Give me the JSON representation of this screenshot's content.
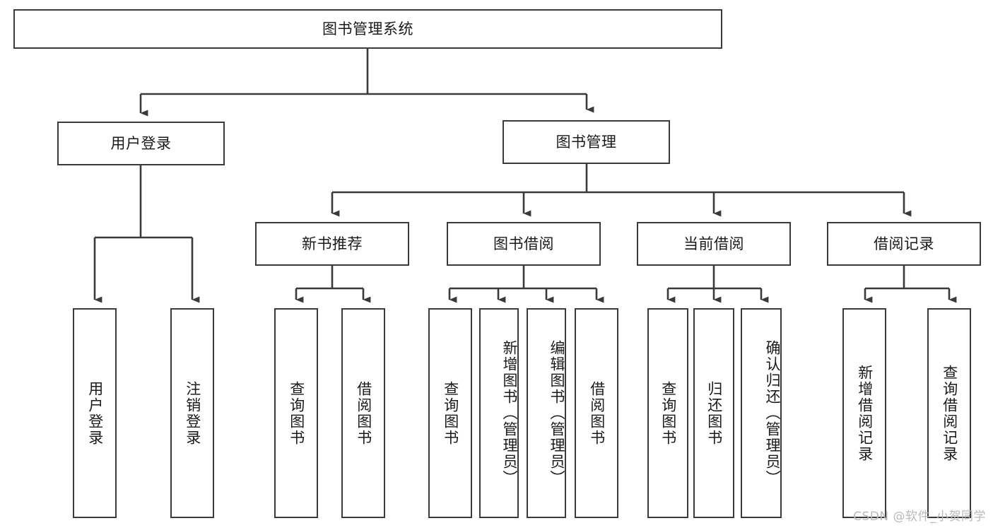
{
  "diagram": {
    "type": "hierarchy-tree",
    "title": "图书管理系统",
    "watermark": "CSDN @软件_小贺同学",
    "colors": {
      "stroke": "#3a3a3a",
      "fill": "#ffffff",
      "text": "#1a1a1a",
      "watermark": "#b9b9b9"
    },
    "levels": {
      "root": {
        "label": "图书管理系统"
      },
      "level2": [
        {
          "label": "用户登录"
        },
        {
          "label": "图书管理"
        }
      ],
      "level3": [
        {
          "label": "新书推荐"
        },
        {
          "label": "图书借阅"
        },
        {
          "label": "当前借阅"
        },
        {
          "label": "借阅记录"
        }
      ],
      "leaves": {
        "user_login": [
          {
            "label": "用户登录"
          },
          {
            "label": "注销登录"
          }
        ],
        "new_book": [
          {
            "label": "查询图书"
          },
          {
            "label": "借阅图书"
          }
        ],
        "book_borrow": [
          {
            "label": "查询图书"
          },
          {
            "label": "新增图书（管理员）"
          },
          {
            "label": "编辑图书（管理员）"
          },
          {
            "label": "借阅图书"
          }
        ],
        "current_borrow": [
          {
            "label": "查询图书"
          },
          {
            "label": "归还图书"
          },
          {
            "label": "确认归还（管理员）"
          }
        ],
        "borrow_record": [
          {
            "label": "新增借阅记录"
          },
          {
            "label": "查询借阅记录"
          }
        ]
      }
    },
    "edges": [
      {
        "from": "图书管理系统",
        "to": "用户登录"
      },
      {
        "from": "图书管理系统",
        "to": "图书管理"
      },
      {
        "from": "用户登录",
        "to": "用户登录"
      },
      {
        "from": "用户登录",
        "to": "注销登录"
      },
      {
        "from": "图书管理",
        "to": "新书推荐"
      },
      {
        "from": "图书管理",
        "to": "图书借阅"
      },
      {
        "from": "图书管理",
        "to": "当前借阅"
      },
      {
        "from": "图书管理",
        "to": "借阅记录"
      },
      {
        "from": "新书推荐",
        "to": "查询图书"
      },
      {
        "from": "新书推荐",
        "to": "借阅图书"
      },
      {
        "from": "图书借阅",
        "to": "查询图书"
      },
      {
        "from": "图书借阅",
        "to": "新增图书（管理员）"
      },
      {
        "from": "图书借阅",
        "to": "编辑图书（管理员）"
      },
      {
        "from": "图书借阅",
        "to": "借阅图书"
      },
      {
        "from": "当前借阅",
        "to": "查询图书"
      },
      {
        "from": "当前借阅",
        "to": "归还图书"
      },
      {
        "from": "当前借阅",
        "to": "确认归还（管理员）"
      },
      {
        "from": "借阅记录",
        "to": "新增借阅记录"
      },
      {
        "from": "借阅记录",
        "to": "查询借阅记录"
      }
    ]
  }
}
